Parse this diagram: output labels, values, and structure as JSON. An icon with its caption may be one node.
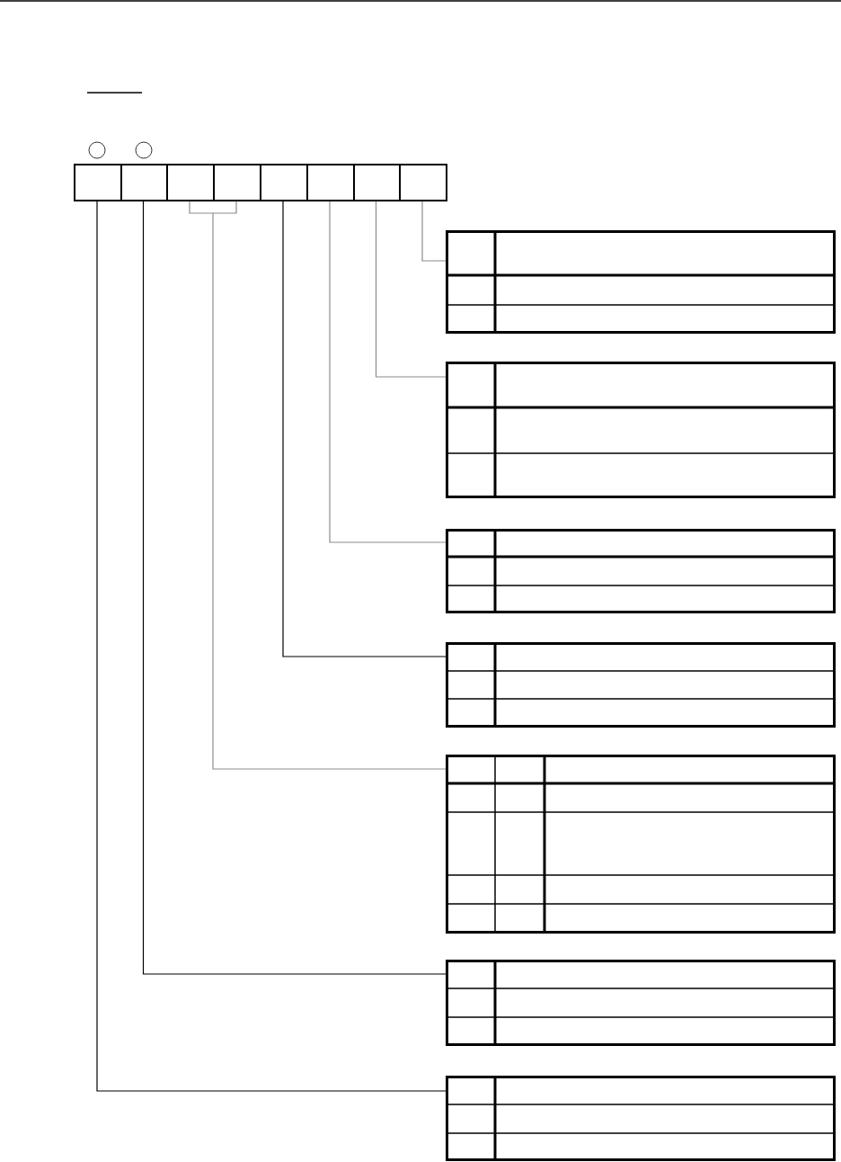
{
  "diagram": {
    "nodes": [
      {
        "text": [],
        "shape": "box"
      },
      {
        "text": [],
        "shape": "box"
      },
      {
        "text": [],
        "shape": "box"
      },
      {
        "text": [],
        "shape": "box"
      },
      {
        "text": [],
        "shape": "box"
      },
      {
        "text": [],
        "shape": "box"
      },
      {
        "text": [],
        "shape": "box"
      },
      {
        "text": [],
        "shape": "box"
      },
      {
        "text": [],
        "shape": "box"
      },
      {
        "text": [],
        "shape": "box"
      },
      {
        "text": [],
        "shape": "box"
      },
      {
        "text": [],
        "shape": "box"
      },
      {
        "text": [],
        "shape": "box"
      },
      {
        "text": [],
        "shape": "box"
      },
      {
        "text": [],
        "shape": "box"
      }
    ],
    "edges": [
      {
        "from": 7,
        "to": 8,
        "arrow": "none"
      },
      {
        "from": 6,
        "to": 9,
        "arrow": "none"
      },
      {
        "from": 5,
        "to": 10,
        "arrow": "none"
      },
      {
        "from": 4,
        "to": 11,
        "arrow": "none",
        "color": "#000000"
      },
      {
        "from": 2,
        "to": 12,
        "arrow": "none"
      },
      {
        "from": 3,
        "to": 12,
        "arrow": "none"
      },
      {
        "from": 1,
        "to": 13,
        "arrow": "none",
        "color": "#000000"
      },
      {
        "from": 0,
        "to": 14,
        "arrow": "none",
        "color": "#000000"
      }
    ]
  }
}
